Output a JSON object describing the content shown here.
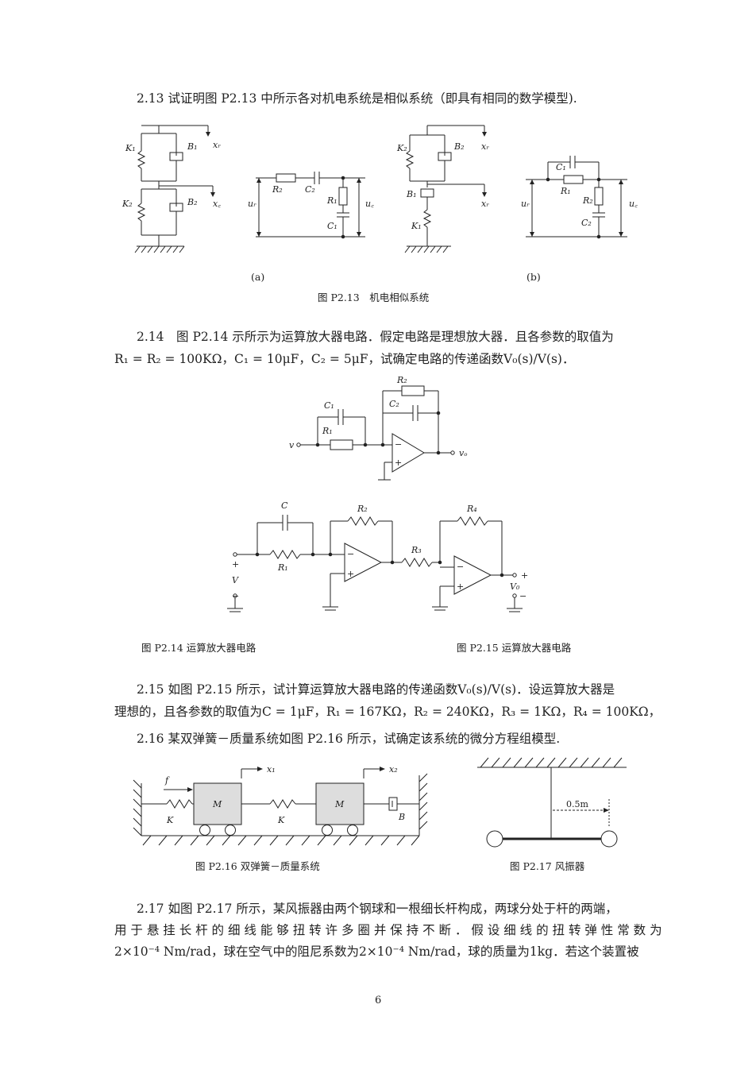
{
  "page": {
    "number": "6"
  },
  "p213": {
    "text": "2.13  试证明图 P2.13 中所示各对机电系统是相似系统（即具有相同的数学模型)."
  },
  "fig213": {
    "sub_a": "(a)",
    "sub_b": "(b)",
    "caption": "图 P2.13　机电相似系统",
    "labels": {
      "K1": "K₁",
      "K2": "K₂",
      "B1": "B₁",
      "B2": "B₂",
      "xr": "xᵣ",
      "xc": "x꜀",
      "ur": "uᵣ",
      "uc": "u꜀",
      "R1": "R₁",
      "R2": "R₂",
      "C1": "C₁",
      "C2": "C₂"
    }
  },
  "p214": {
    "line1": "2.14　图 P2.14 示所示为运算放大器电路．假定电路是理想放大器．且各参数的取值为",
    "line2": "R₁ = R₂ = 100KΩ，C₁ = 10μF，C₂ = 5μF，试确定电路的传递函数V₀(s)/V(s)．"
  },
  "fig214": {
    "caption": "图 P2.14  运算放大器电路",
    "labels": {
      "R1": "R₁",
      "R2": "R₂",
      "C1": "C₁",
      "C2": "C₂",
      "v": "v",
      "vo": "vₒ"
    }
  },
  "fig215": {
    "caption": "图 P2.15 运算放大器电路",
    "labels": {
      "C": "C",
      "R1": "R₁",
      "R2": "R₂",
      "R3": "R₃",
      "R4": "R₄",
      "V": "V",
      "V0": "V₀",
      "plus": "+",
      "minus": "−"
    }
  },
  "p215": {
    "line1": "2.15  如图 P2.15 所示，试计算运算放大器电路的传递函数V₀(s)/V(s)．设运算放大器是",
    "line2": "理想的，且各参数的取值为C = 1μF，R₁ = 167KΩ，R₂ = 240KΩ，R₃ = 1KΩ，R₄ = 100KΩ，"
  },
  "p216": {
    "text": "2.16  某双弹簧－质量系统如图 P2.16 所示，试确定该系统的微分方程组模型."
  },
  "fig216": {
    "caption": "图 P2.16  双弹簧－质量系统",
    "labels": {
      "f": "f",
      "x1": "x₁",
      "x2": "x₂",
      "M": "M",
      "K": "K",
      "B": "B"
    }
  },
  "fig217": {
    "caption": "图 P2.17 风振器",
    "dim": "0.5m"
  },
  "p217": {
    "line1": "2.17 如图 P2.17 所示，某风振器由两个钢球和一根细长杆构成，两球分处于杆的两端，",
    "line2": "用 于 悬 挂 长 杆 的 细 线 能 够 扭 转 许 多 圈 并 保 持 不 断 ． 假 设 细 线 的 扭 转 弹 性 常 数 为",
    "line3": "2×10⁻⁴ Nm/rad，球在空气中的阻尼系数为2×10⁻⁴ Nm/rad，球的质量为1kg．若这个装置被"
  }
}
